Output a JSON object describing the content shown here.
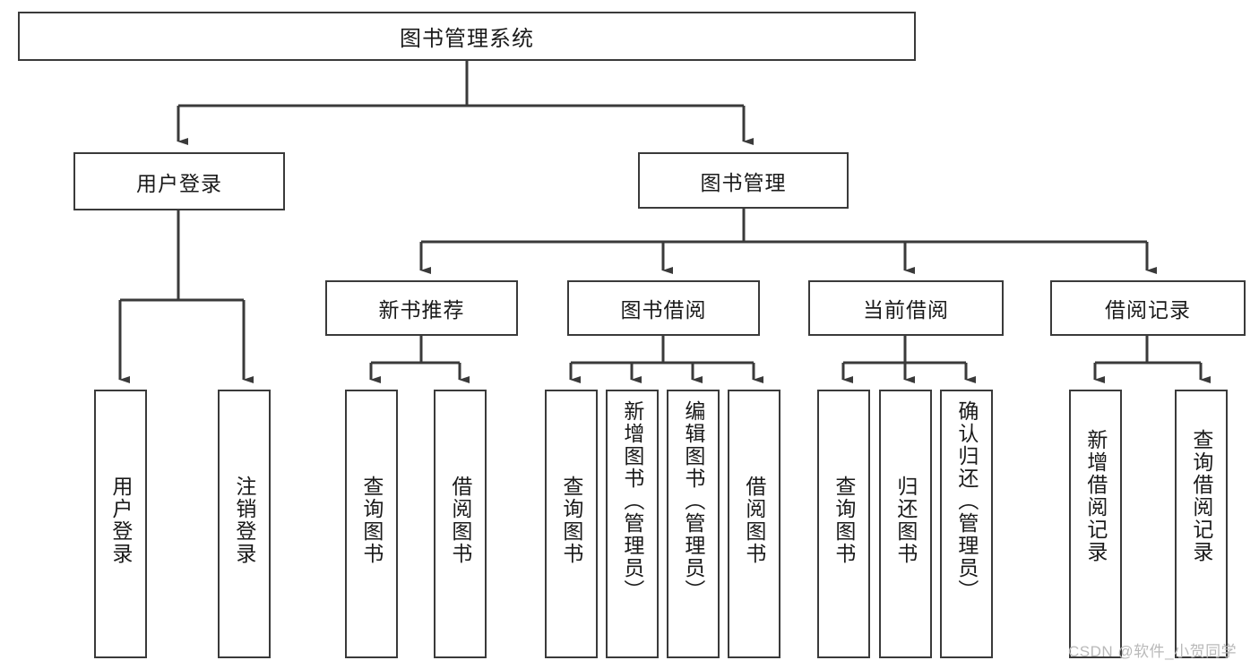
{
  "diagram": {
    "title": "图书管理系统",
    "type": "tree-hierarchy",
    "root": {
      "label": "图书管理系统"
    },
    "level1": [
      {
        "label": "用户登录"
      },
      {
        "label": "图书管理"
      }
    ],
    "level2": [
      {
        "label": "新书推荐"
      },
      {
        "label": "图书借阅"
      },
      {
        "label": "当前借阅"
      },
      {
        "label": "借阅记录"
      }
    ],
    "leaves": {
      "user_login": [
        {
          "label": "用户登录"
        },
        {
          "label": "注销登录"
        }
      ],
      "new_book_recommend": [
        {
          "label": "查询图书"
        },
        {
          "label": "借阅图书"
        }
      ],
      "book_borrow": [
        {
          "label": "查询图书"
        },
        {
          "label": "新增图书（管理员）"
        },
        {
          "label": "编辑图书（管理员）"
        },
        {
          "label": "借阅图书"
        }
      ],
      "current_borrow": [
        {
          "label": "查询图书"
        },
        {
          "label": "归还图书"
        },
        {
          "label": "确认归还（管理员）"
        }
      ],
      "borrow_record": [
        {
          "label": "新增借阅记录"
        },
        {
          "label": "查询借阅记录"
        }
      ]
    }
  },
  "watermark": {
    "text": "CSDN @软件_小贺同学"
  },
  "colors": {
    "border": "#3a3a3a",
    "text": "#1a1a1a",
    "background": "#ffffff",
    "watermark": "#b9b9b9"
  }
}
